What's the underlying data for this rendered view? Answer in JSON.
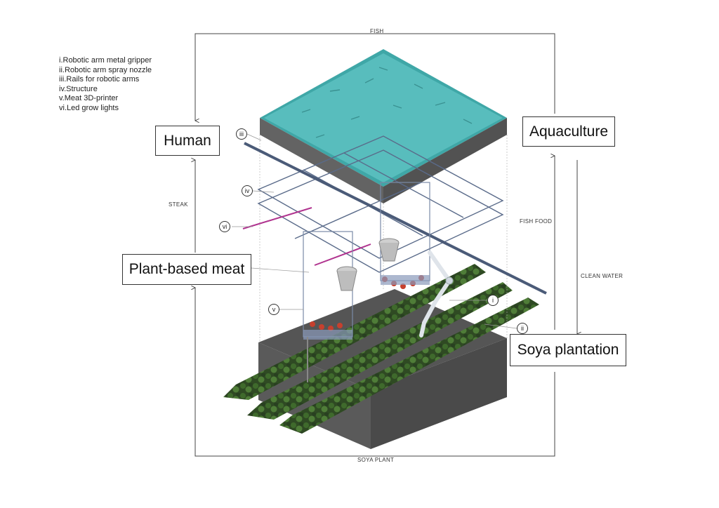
{
  "legend": [
    "i.Robotic arm metal gripper",
    "ii.Robotic arm spray nozzle",
    "iii.Rails for robotic arms",
    "iv.Structure",
    "v.Meat 3D-printer",
    "vi.Led grow lights"
  ],
  "boxes": {
    "human": "Human",
    "aquaculture": "Aquaculture",
    "plant_meat": "Plant-based meat",
    "soya": "Soya plantation"
  },
  "flows": {
    "fish": "FISH",
    "steak": "STEAK",
    "fish_food": "FISH FOOD",
    "clean_water": "CLEAN WATER",
    "soya_plant": "SOYA PLANT"
  },
  "markers": {
    "i": "i",
    "ii": "ii",
    "iii": "iii",
    "iv": "iv",
    "v": "v",
    "vi": "vi"
  }
}
